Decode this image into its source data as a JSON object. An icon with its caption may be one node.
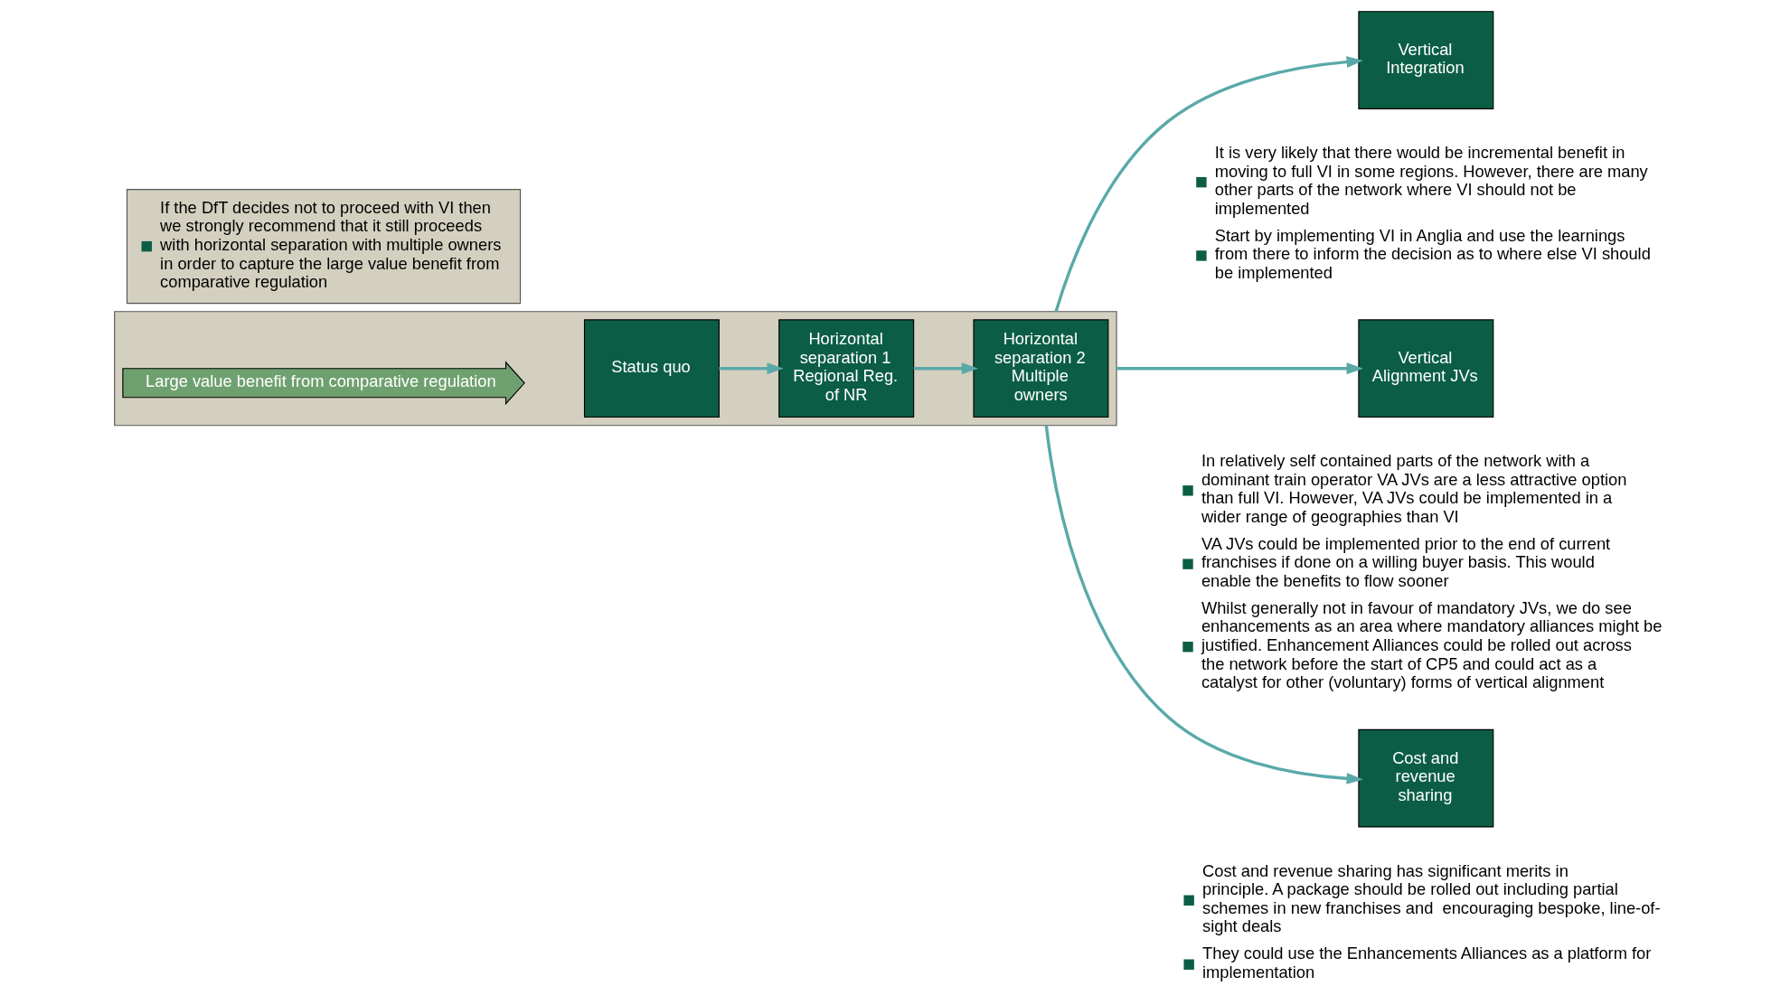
{
  "diagram": {
    "nodes": [
      {
        "text": [],
        "shape": "box"
      },
      {
        "text": [
          "Large value benefit from comparative regulation"
        ],
        "in": 0
      },
      {
        "text": [
          "Status quo"
        ],
        "in": 0
      },
      {
        "text": [
          "Horizontal separation 1",
          "Regional Reg. of NR"
        ],
        "in": 0
      },
      {
        "text": [
          "Horizontal separation 2",
          "Multiple owners"
        ],
        "in": 0
      },
      {
        "text": [
          "Vertical Integration"
        ],
        "beside": [
          "It is very likely that there would be incremental benefit in moving to full VI in some regions. However, there are many other parts of the network where VI should not be implemented",
          "Start by implementing VI in Anglia and use the learnings from there to inform the decision as to where else VI should be implemented"
        ]
      },
      {
        "text": [
          "Vertical Alignment JVs"
        ],
        "beside": [
          "In relatively self contained parts of the network with a dominant train operator VA JVs are a less attractive option than full VI. However, VA JVs could be implemented in a wider range of geographies than VI",
          "VA JVs could be implemented prior to the end of current franchises if done on a willing buyer basis. This would enable the benefits to flow sooner",
          "Whilst generally not in favour of mandatory JVs, we do see enhancements as an area where mandatory alliances might be justified. Enhancement Alliances could be rolled out across the network before the start of CP5 and could act as a catalyst for other (voluntary) forms of vertical alignment"
        ]
      },
      {
        "text": [
          "Cost and revenue sharing"
        ],
        "beside": [
          "Cost and revenue sharing has significant merits in principle. A package should be rolled out including partial schemes in new franchises and  encouraging bespoke, line-of-sight deals",
          "They could use the Enhancements Alliances as a platform for implementation"
        ]
      },
      {
        "text": [
          "If the DfT decides not to proceed with VI then we strongly recommend that it still proceeds with horizontal separation with multiple owners in order to capture the large value benefit from comparative regulation"
        ]
      }
    ],
    "edges": [
      {
        "from": 2,
        "to": 3,
        "arrow": "to"
      },
      {
        "from": 3,
        "to": 4,
        "arrow": "to"
      },
      {
        "from": 0,
        "to": 6,
        "arrow": "to"
      },
      {
        "from": 0,
        "to": 5,
        "arrow": "to"
      },
      {
        "from": 0,
        "to": 7,
        "arrow": "to"
      }
    ]
  }
}
